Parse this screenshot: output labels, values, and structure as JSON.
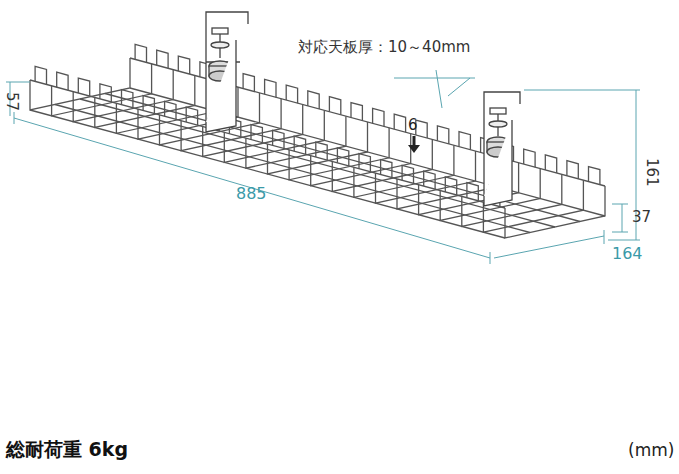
{
  "diagram": {
    "labels": [
      "57",
      "885",
      "対応天板厚：10～40mm",
      "6",
      "161",
      "37",
      "164",
      "総耐荷重 6kg",
      "(mm)"
    ]
  }
}
